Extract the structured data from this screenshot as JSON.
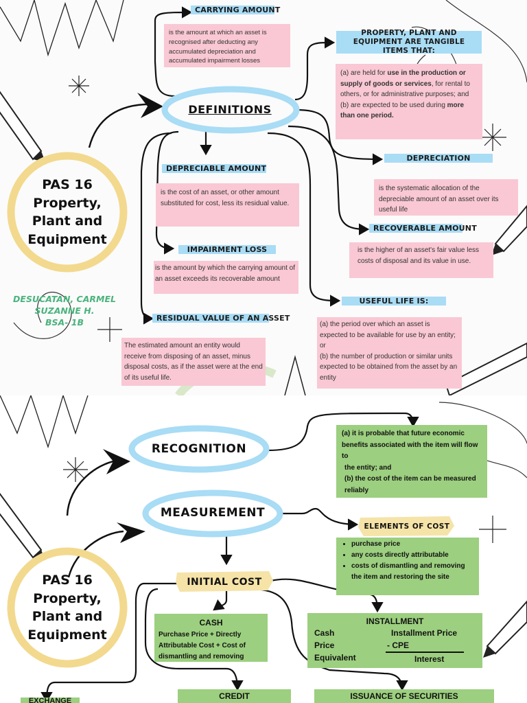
{
  "top": {
    "circle_title": "PAS 16 Property, Plant and Equipment",
    "author": {
      "name": "DESUCATAN, CARMEL SUZANNE H.",
      "section": "BSA- 1B"
    },
    "definitions_label": "DEFINITIONS",
    "carrying_amount": {
      "title": "CARRYING AMOUNT",
      "text": "is the amount at which an asset is recognised after deducting any accumulated depreciation and accumulated impairment losses"
    },
    "ppe": {
      "title": "PROPERTY, PLANT AND EQUIPMENT ARE TANGIBLE ITEMS THAT:",
      "a_pre": "(a) are held for ",
      "a_bold": "use in the production or supply of goods or services",
      "a_post": ", for rental to others, or for administrative purposes; and",
      "b_pre": "(b) are expected to be used during ",
      "b_bold": "more than one period."
    },
    "depreciable_amount": {
      "title": "DEPRECIABLE AMOUNT",
      "text": "is the cost of an asset, or other amount substituted for cost, less its residual value."
    },
    "depreciation": {
      "title": "DEPRECIATION",
      "text": "is the systematic allocation of the depreciable amount of an asset over its useful life"
    },
    "impairment_loss": {
      "title": "IMPAIRMENT LOSS",
      "text": "is the amount by which the carrying amount of an asset exceeds its recoverable amount"
    },
    "recoverable_amount": {
      "title": "RECOVERABLE AMOUNT",
      "text": "is the higher of an asset's fair value less costs of disposal and its value in use."
    },
    "useful_life": {
      "title": "USEFUL LIFE IS:",
      "a": "(a) the period over which an asset is expected to be available for use by an entity; or",
      "b": "(b) the number of production or similar units expected to be obtained from the asset by an entity"
    },
    "residual_value": {
      "title": "RESIDUAL VALUE OF AN ASSET",
      "text": "The estimated amount an entity would receive from disposing of an asset, minus disposal costs, as if the asset were at the end of its useful life."
    }
  },
  "bottom": {
    "circle_title": "PAS 16 Property, Plant and Equipment",
    "recognition_label": "RECOGNITION",
    "recognition_text_a": "(a) it is probable that future economic benefits associated with the item will flow to",
    "recognition_text_a2": "the entity; and",
    "recognition_text_b": "(b) the cost of the item can be measured reliably",
    "measurement_label": "MEASUREMENT",
    "elements_title": "ELEMENTS OF COST",
    "elements": [
      "purchase price",
      "any costs directly attributable",
      "costs of dismantling and removing the item and restoring the site"
    ],
    "initial_cost_label": "INITIAL COST",
    "cash": {
      "title": "CASH",
      "text": "Purchase Price + Directly Attributable Cost + Cost of dismantling and removing"
    },
    "installment": {
      "title": "INSTALLMENT",
      "cash_price": "Cash",
      "price": "Price",
      "equivalent": "Equivalent",
      "numerator": "Installment Price",
      "minus": "- CPE",
      "denominator": "Interest"
    },
    "exchange": "EXCHANGE",
    "credit": "CREDIT",
    "issuance": "ISSUANCE OF SECURITIES"
  }
}
